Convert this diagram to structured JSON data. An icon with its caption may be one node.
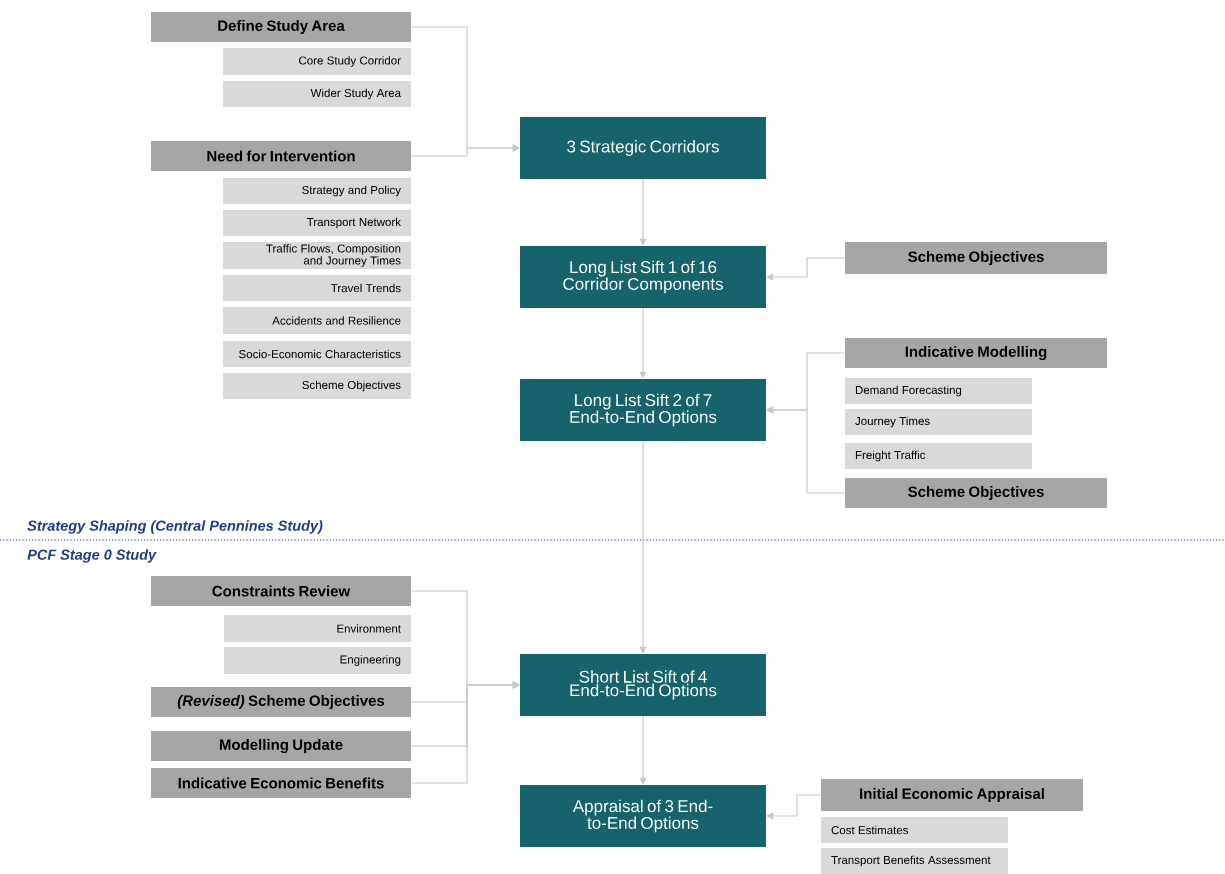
{
  "diagram": {
    "nodes": [
      {
        "text": [
          "Define Study Area"
        ]
      },
      {
        "text": [
          "Core Study Corridor"
        ]
      },
      {
        "text": [
          "Wider Study Area"
        ]
      },
      {
        "text": [
          "Need for Intervention"
        ]
      },
      {
        "text": [
          "Strategy and Policy"
        ]
      },
      {
        "text": [
          "Transport Network"
        ]
      },
      {
        "text": [
          "Traffic Flows, Composition and Journey Times"
        ]
      },
      {
        "text": [
          "Travel Trends"
        ]
      },
      {
        "text": [
          "Accidents and Resilience"
        ]
      },
      {
        "text": [
          "Socio-Economic Characteristics"
        ]
      },
      {
        "text": [
          "Scheme Objectives"
        ]
      },
      {
        "text": [
          "3 Strategic Corridors"
        ]
      },
      {
        "text": [
          "Long List Sift 1 of 16 Corridor Components"
        ]
      },
      {
        "text": [
          "Scheme Objectives"
        ]
      },
      {
        "text": [
          "Long List Sift 2 of 7 End-to-End Options"
        ]
      },
      {
        "text": [
          "Indicative Modelling"
        ]
      },
      {
        "text": [
          "Demand Forecasting"
        ]
      },
      {
        "text": [
          "Journey Times"
        ]
      },
      {
        "text": [
          "Freight Traffic"
        ]
      },
      {
        "text": [
          "Scheme Objectives"
        ]
      },
      {
        "text": [
          "Constraints Review"
        ]
      },
      {
        "text": [
          "Environment"
        ]
      },
      {
        "text": [
          "Engineering"
        ]
      },
      {
        "text": [
          "*(Revised)* Scheme Objectives"
        ]
      },
      {
        "text": [
          "Modelling Update"
        ]
      },
      {
        "text": [
          "Indicative Economic Benefits"
        ]
      },
      {
        "text": [
          "Short List Sift of 4 End-to-End Options"
        ]
      },
      {
        "text": [
          "Appraisal of 3 End-to-End Options"
        ]
      },
      {
        "text": [
          "Initial Economic Appraisal"
        ]
      },
      {
        "text": [
          "Cost Estimates"
        ]
      },
      {
        "text": [
          "Transport Benefits Assessment"
        ]
      }
    ],
    "edges": [
      {
        "from": 0,
        "to": 11,
        "arrow": "to"
      },
      {
        "from": 3,
        "to": 11,
        "arrow": "to"
      },
      {
        "from": 11,
        "to": 12,
        "arrow": "to"
      },
      {
        "from": 13,
        "to": 12,
        "arrow": "to"
      },
      {
        "from": 12,
        "to": 14,
        "arrow": "to"
      },
      {
        "from": 15,
        "to": 14,
        "arrow": "to"
      },
      {
        "from": 19,
        "to": 14,
        "arrow": "to"
      },
      {
        "from": 14,
        "to": 26,
        "arrow": "to"
      },
      {
        "from": 20,
        "to": 26,
        "arrow": "to"
      },
      {
        "from": 23,
        "to": 26,
        "arrow": "to"
      },
      {
        "from": 24,
        "to": 26,
        "arrow": "to"
      },
      {
        "from": 25,
        "to": 26,
        "arrow": "to"
      },
      {
        "from": 26,
        "to": 27,
        "arrow": "to"
      },
      {
        "from": 28,
        "to": 27,
        "arrow": "to"
      }
    ],
    "labels": [
      "Strategy Shaping (Central Pennines Study)",
      "PCF Stage 0 Study"
    ]
  }
}
